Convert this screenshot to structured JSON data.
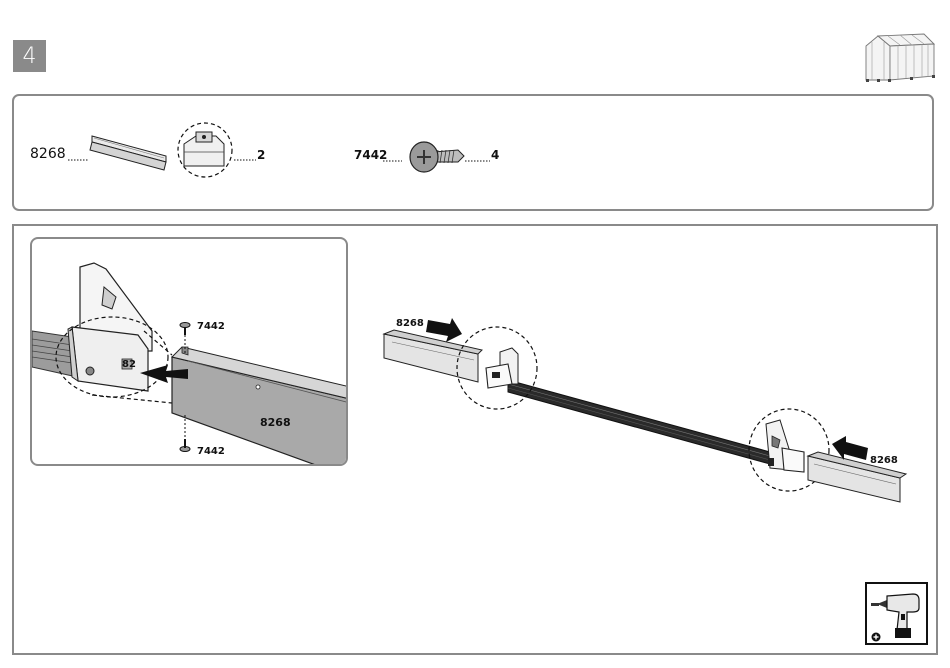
{
  "step": {
    "number": "4"
  },
  "parts": [
    {
      "code": "8268",
      "quantity": "2"
    },
    {
      "code": "7442",
      "quantity": "4"
    }
  ],
  "detail": {
    "screw_top_label": "7442",
    "screw_bottom_label": "7442",
    "beam_label": "8268",
    "hidden_label": "82"
  },
  "assembly": {
    "left_beam_label": "8268",
    "right_beam_label": "8268"
  },
  "tool": {
    "icon": "power-drill-icon",
    "badge": "plus-icon"
  }
}
